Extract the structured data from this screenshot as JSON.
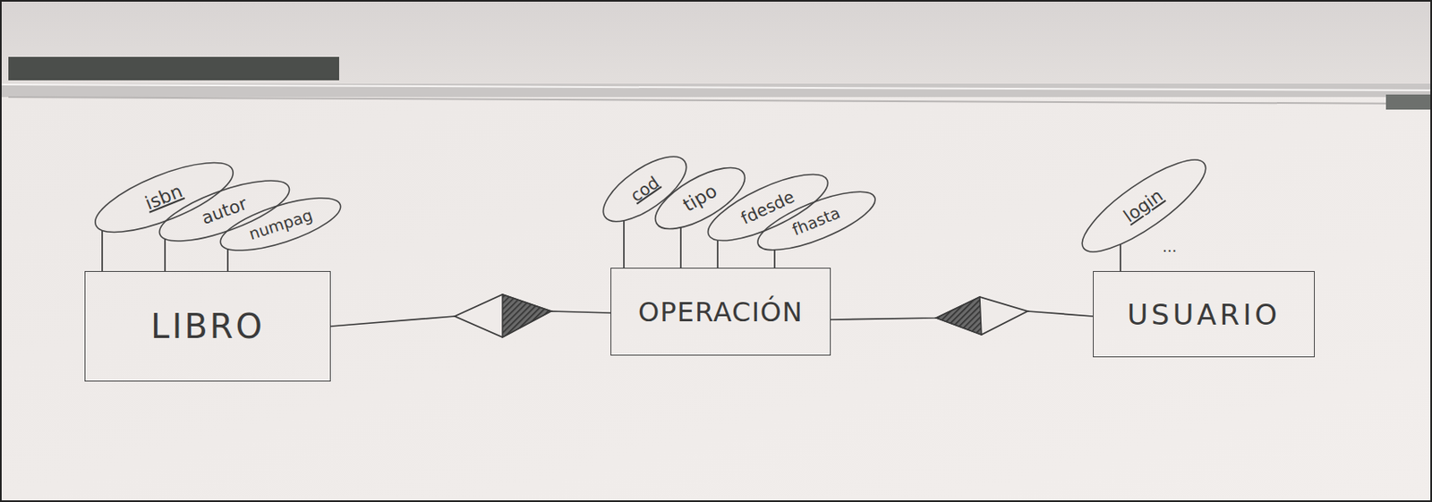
{
  "diagram": {
    "nodes": [
      {
        "text": [
          "isbn"
        ]
      },
      {
        "text": [
          "autor"
        ]
      },
      {
        "text": [
          "numpag"
        ]
      },
      {
        "text": [
          "LIBRO"
        ]
      },
      {
        "text": [
          "cod"
        ]
      },
      {
        "text": [
          "tipo"
        ]
      },
      {
        "text": [
          "fdesde"
        ]
      },
      {
        "text": [
          "fhasta"
        ]
      },
      {
        "text": [
          "OPERACIÓN"
        ]
      },
      {
        "text": [
          "login"
        ]
      },
      {
        "text": [
          "USUARIO"
        ]
      }
    ],
    "edges": [
      {
        "from": 0,
        "to": 3,
        "arrow": "none"
      },
      {
        "from": 1,
        "to": 3,
        "arrow": "none"
      },
      {
        "from": 2,
        "to": 3,
        "arrow": "none"
      },
      {
        "from": 4,
        "to": 8,
        "arrow": "none"
      },
      {
        "from": 5,
        "to": 8,
        "arrow": "none"
      },
      {
        "from": 6,
        "to": 8,
        "arrow": "none"
      },
      {
        "from": 7,
        "to": 8,
        "arrow": "none"
      },
      {
        "from": 9,
        "to": 10,
        "arrow": "none"
      },
      {
        "from": 3,
        "to": 8,
        "arrow": "none"
      },
      {
        "from": 8,
        "to": 10,
        "arrow": "none"
      }
    ],
    "labels": [
      "..."
    ]
  }
}
